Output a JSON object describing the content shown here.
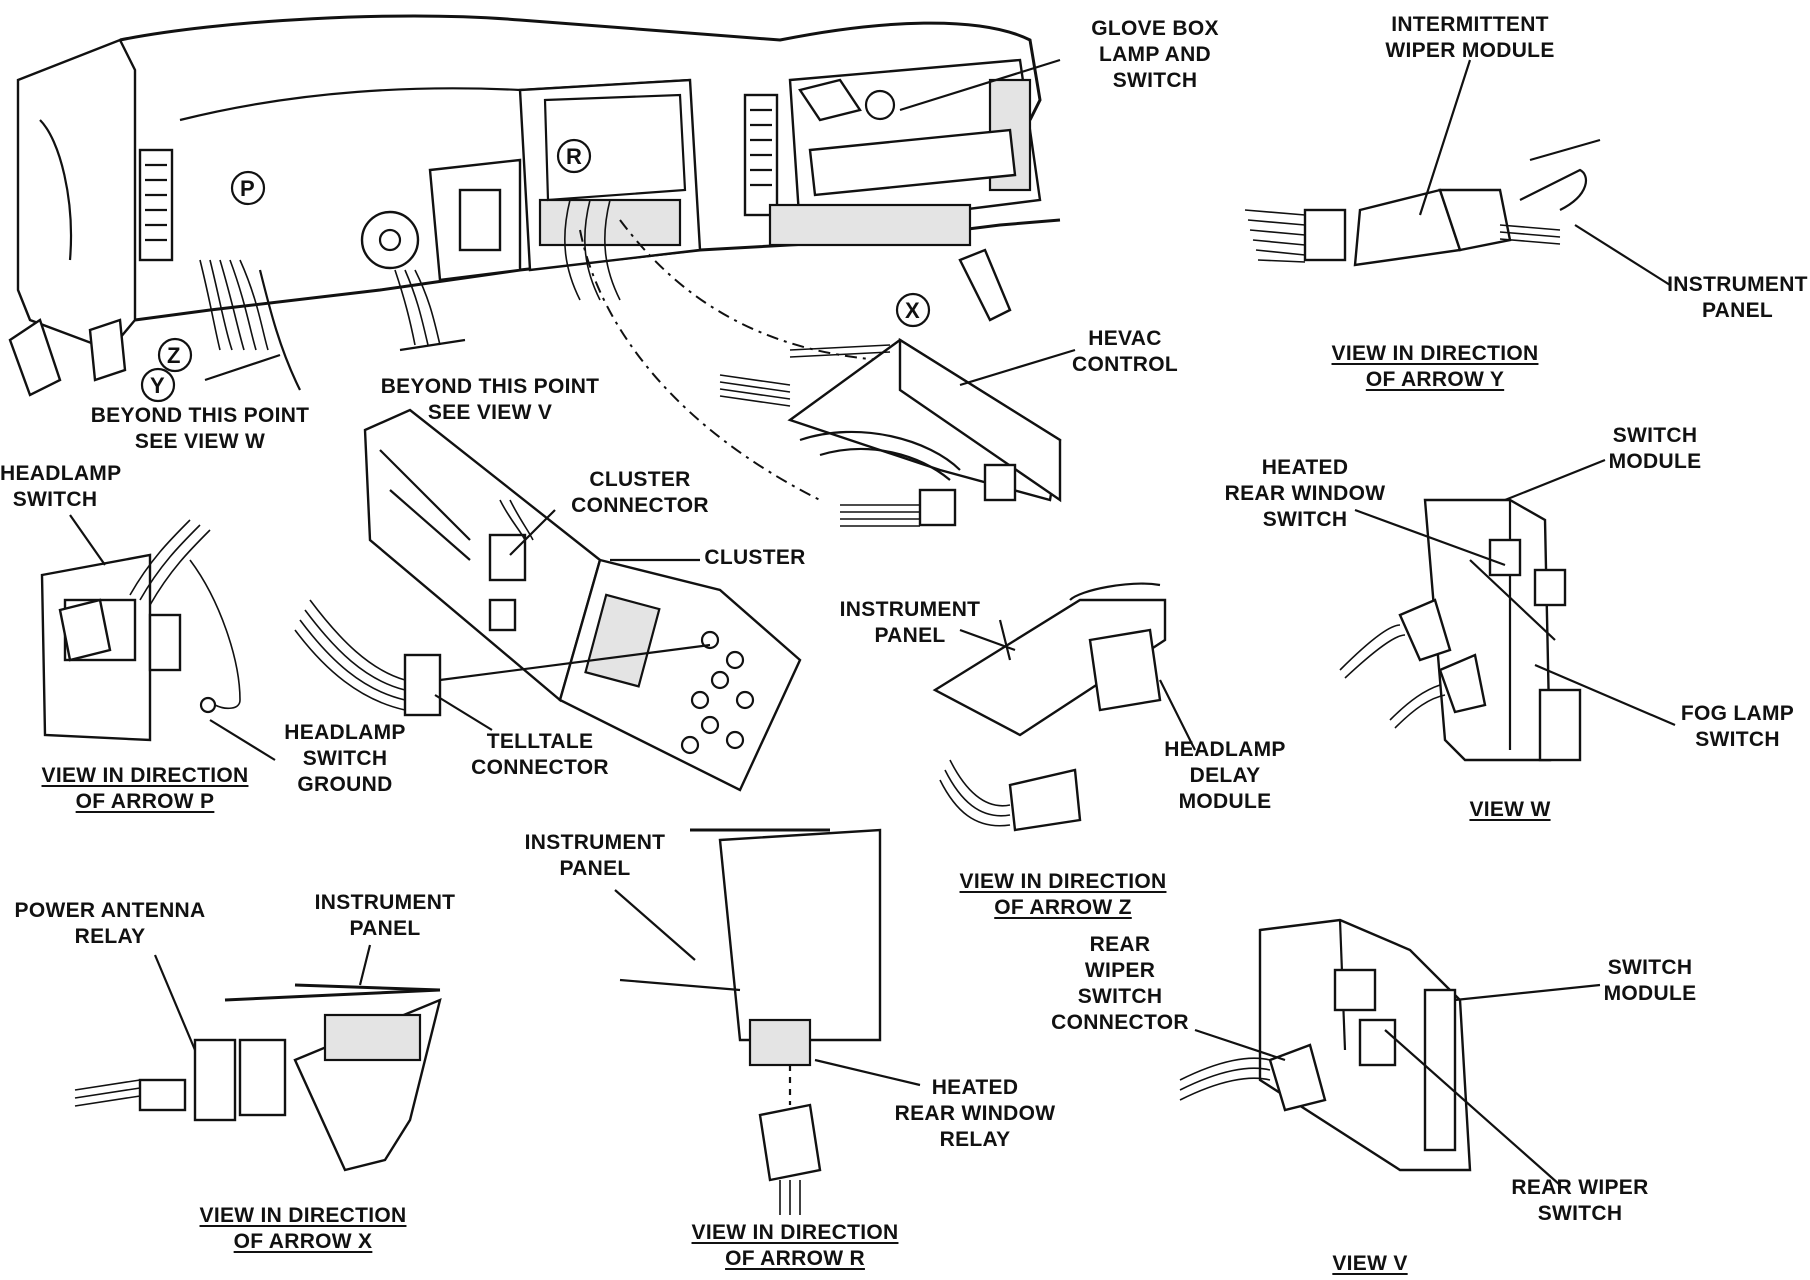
{
  "labels": {
    "glove_box": [
      "GLOVE BOX",
      "LAMP AND",
      "SWITCH"
    ],
    "intermittent_wiper": [
      "INTERMITTENT",
      "WIPER MODULE"
    ],
    "instrument_panel_y": [
      "INSTRUMENT",
      "PANEL"
    ],
    "hevac_control": [
      "HEVAC",
      "CONTROL"
    ],
    "beyond_view_v": [
      "BEYOND THIS POINT",
      "SEE VIEW V"
    ],
    "beyond_view_w": [
      "BEYOND THIS POINT",
      "SEE VIEW W"
    ],
    "headlamp_switch": [
      "HEADLAMP",
      "SWITCH"
    ],
    "cluster_connector": [
      "CLUSTER",
      "CONNECTOR"
    ],
    "cluster": [
      "CLUSTER"
    ],
    "heated_rear_window_switch": [
      "HEATED",
      "REAR WINDOW",
      "SWITCH"
    ],
    "switch_module_w": [
      "SWITCH",
      "MODULE"
    ],
    "instrument_panel_z": [
      "INSTRUMENT",
      "PANEL"
    ],
    "headlamp_switch_ground": [
      "HEADLAMP",
      "SWITCH",
      "GROUND"
    ],
    "telltale_connector": [
      "TELLTALE",
      "CONNECTOR"
    ],
    "headlamp_delay_module": [
      "HEADLAMP",
      "DELAY",
      "MODULE"
    ],
    "fog_lamp_switch": [
      "FOG LAMP",
      "SWITCH"
    ],
    "instrument_panel_r": [
      "INSTRUMENT",
      "PANEL"
    ],
    "power_antenna_relay": [
      "POWER ANTENNA",
      "RELAY"
    ],
    "instrument_panel_x": [
      "INSTRUMENT",
      "PANEL"
    ],
    "rear_wiper_switch_connector": [
      "REAR",
      "WIPER",
      "SWITCH",
      "CONNECTOR"
    ],
    "switch_module_v": [
      "SWITCH",
      "MODULE"
    ],
    "heated_rear_window_relay": [
      "HEATED",
      "REAR WINDOW",
      "RELAY"
    ],
    "rear_wiper_switch": [
      "REAR WIPER",
      "SWITCH"
    ]
  },
  "captions": {
    "view_y": [
      "VIEW IN DIRECTION",
      "OF ARROW Y"
    ],
    "view_p": [
      "VIEW IN DIRECTION",
      "OF ARROW P"
    ],
    "view_w": [
      "VIEW W"
    ],
    "view_z": [
      "VIEW IN DIRECTION",
      "OF ARROW Z"
    ],
    "view_x": [
      "VIEW IN DIRECTION",
      "OF ARROW X"
    ],
    "view_r": [
      "VIEW IN DIRECTION",
      "OF ARROW R"
    ],
    "view_v": [
      "VIEW V"
    ]
  },
  "arrow_markers": {
    "p": "P",
    "r": "R",
    "z": "Z",
    "y": "Y",
    "x": "X"
  },
  "colors": {
    "ink": "#111111",
    "stipple": "#e4e4e4",
    "paper": "#ffffff"
  }
}
